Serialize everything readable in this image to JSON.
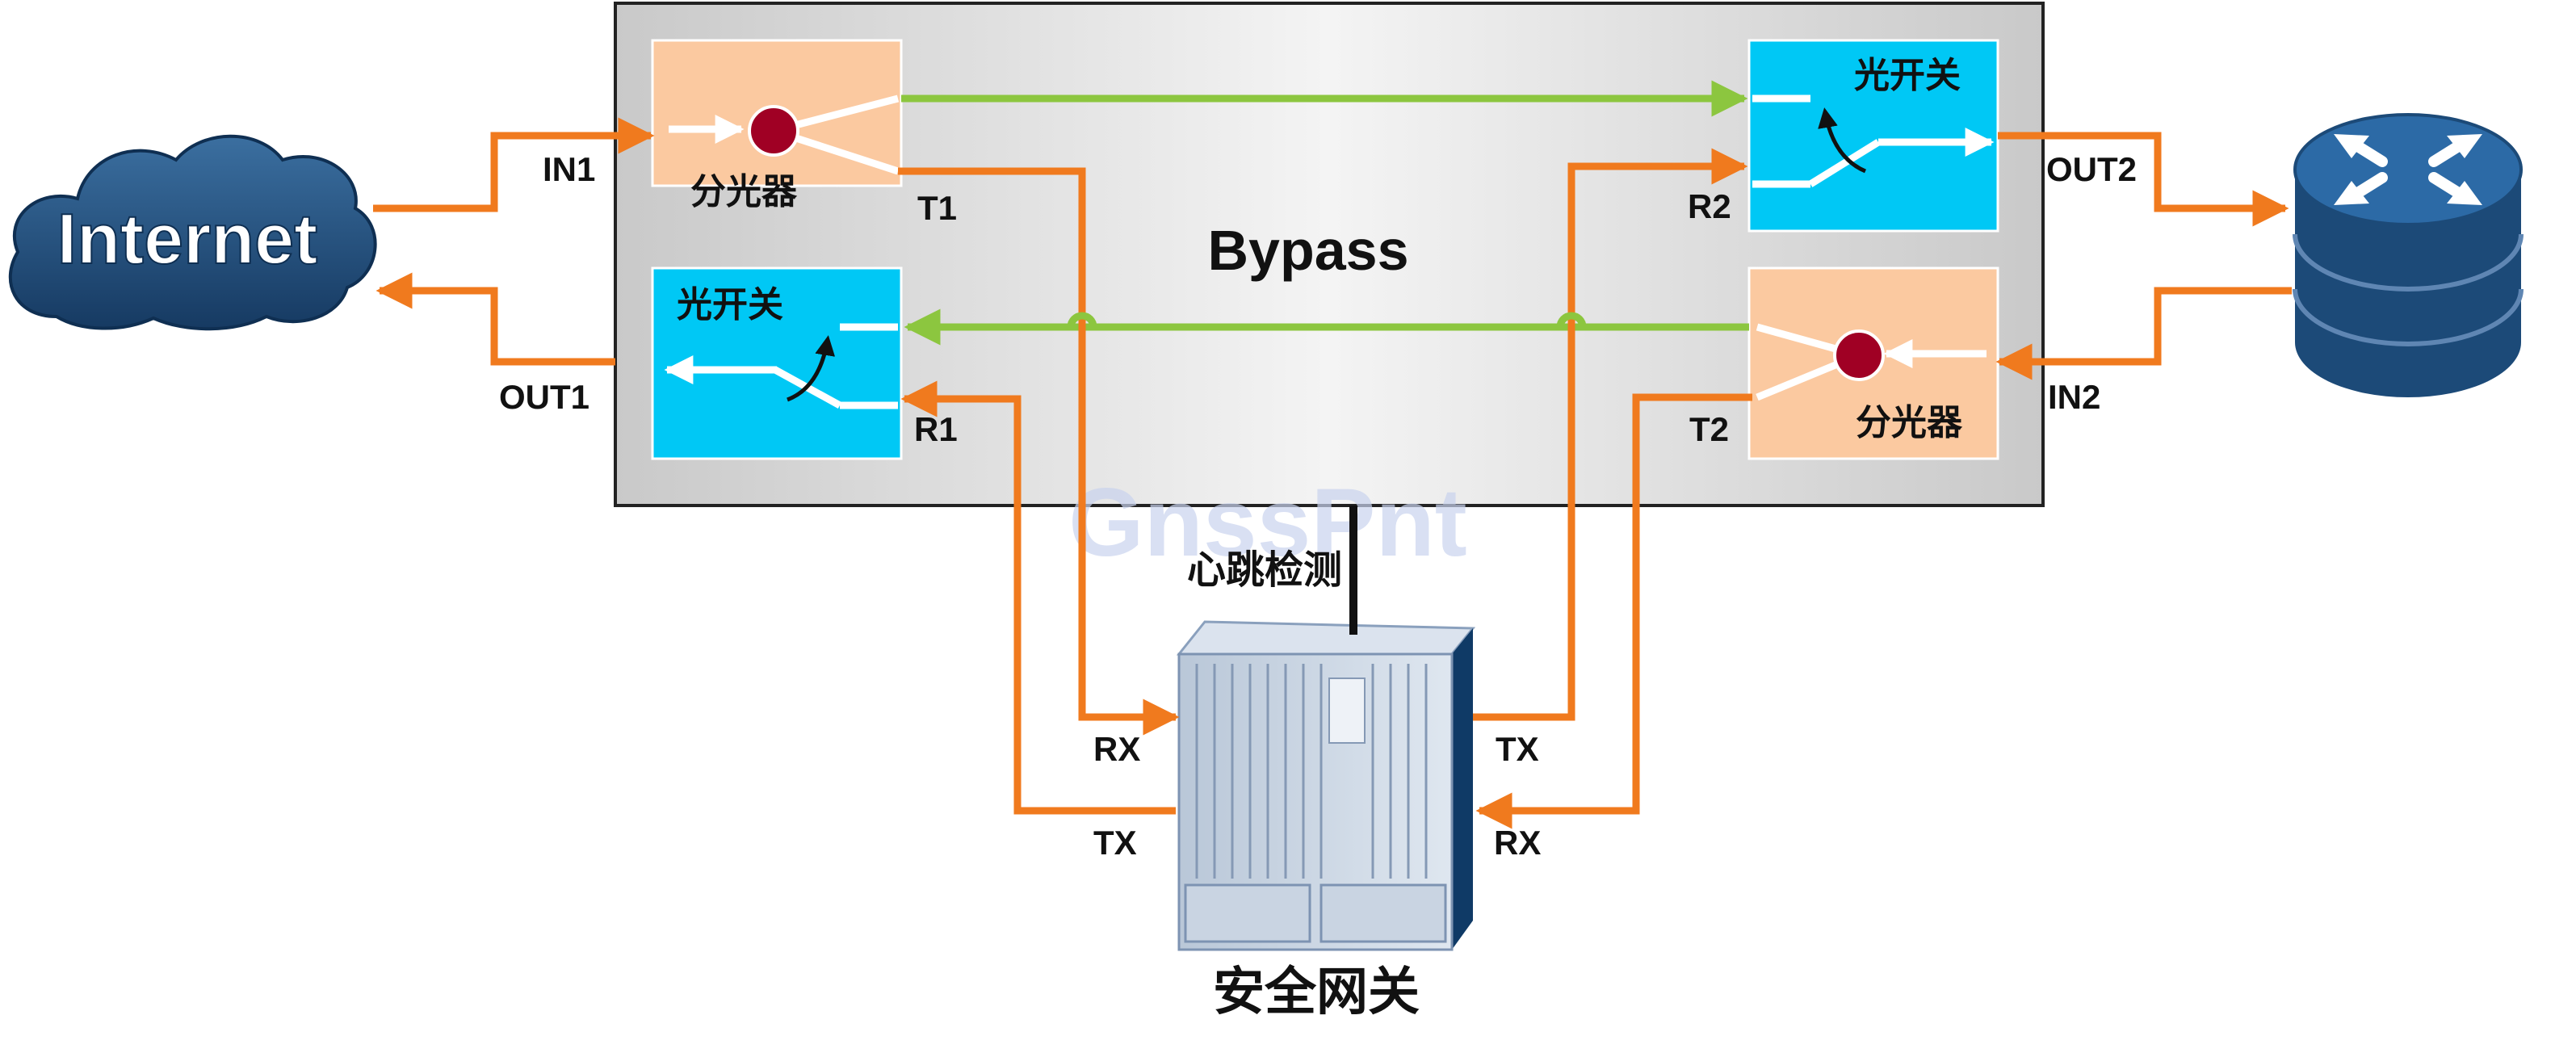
{
  "labels": {
    "bypass": "Bypass",
    "internet": "Internet",
    "splitter_left": "分光器",
    "splitter_right": "分光器",
    "switch_left": "光开关",
    "switch_right": "光开关",
    "in1": "IN1",
    "out1": "OUT1",
    "in2": "IN2",
    "out2": "OUT2",
    "t1": "T1",
    "r1": "R1",
    "t2": "T2",
    "r2": "R2",
    "rx_left": "RX",
    "tx_left": "TX",
    "tx_right": "TX",
    "rx_right": "RX",
    "heartbeat": "心跳检测",
    "gateway": "安全网关",
    "watermark": "GnssPnt"
  },
  "colors": {
    "orange_line": "#f07a1e",
    "green_line": "#8cc63f",
    "splitter_fill": "#fbc9a0",
    "switch_fill": "#00c8f5",
    "cloud": "#1f4e79",
    "router": "#1c4a78",
    "dot": "#a00024"
  },
  "icons": [
    "cloud-icon",
    "router-icon",
    "server-rack-icon",
    "splitter-dot-icon"
  ]
}
